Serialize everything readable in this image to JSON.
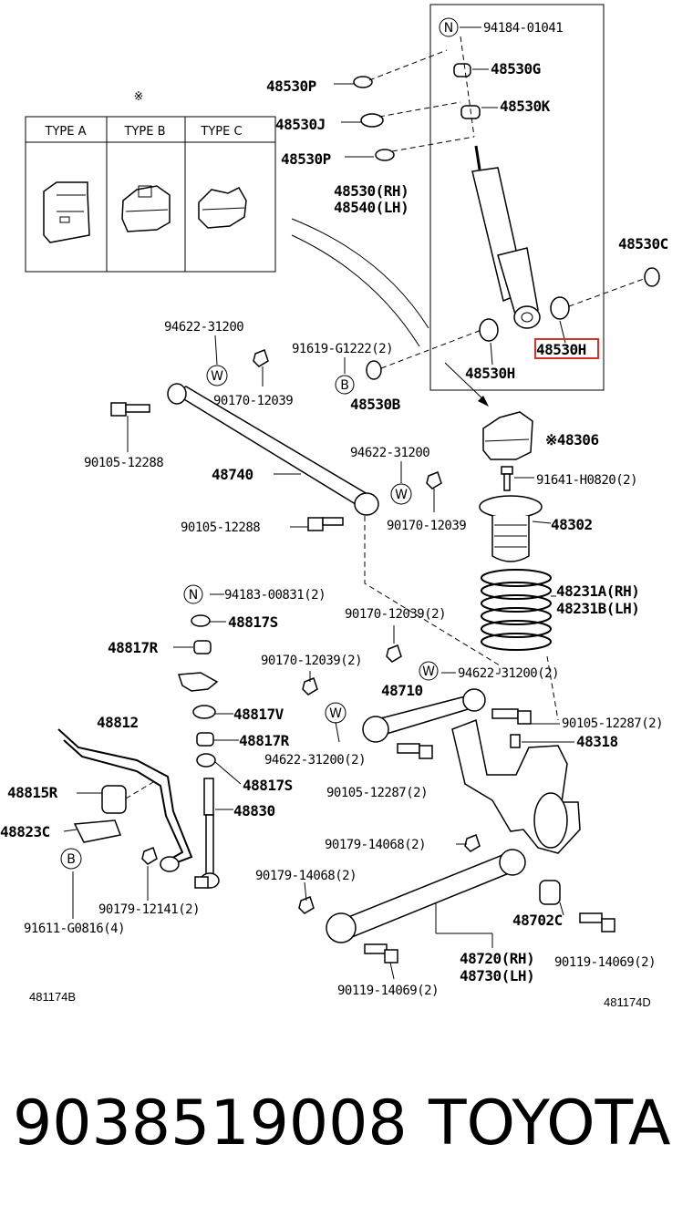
{
  "diagram": {
    "type_table": {
      "marker": "※",
      "headers": [
        "TYPE A",
        "TYPE B",
        "TYPE C"
      ]
    },
    "labels": {
      "n1": "94184-01041",
      "p48530g": "48530G",
      "p48530p_top": "48530P",
      "p48530k": "48530K",
      "p48530j": "48530J",
      "p48530p_mid": "48530P",
      "p48530_rh": "48530(RH)",
      "p48540_lh": "48540(LH)",
      "p48530c": "48530C",
      "p94622_a": "94622-31200",
      "p91619": "91619-G1222(2)",
      "p90170_a": "90170-12039",
      "p48530b": "48530B",
      "p48530h_a": "48530H",
      "p48530h_b": "48530H",
      "p90105_a": "90105-12288",
      "p48740": "48740",
      "p94622_b": "94622-31200",
      "p48306": "※48306",
      "p91641": "91641-H0820(2)",
      "p90105_b": "90105-12288",
      "p90170_b": "90170-12039",
      "p48302": "48302",
      "n2": "94183-00831(2)",
      "p48231a": "48231A(RH)",
      "p48231b": "48231B(LH)",
      "p48817s_a": "48817S",
      "p90170_c": "90170-12039(2)",
      "p48817r_a": "48817R",
      "p90170_d": "90170-12039(2)",
      "p48710": "48710",
      "p94622_c": "94622-31200(2)",
      "p48817v": "48817V",
      "p48812": "48812",
      "p90105_c": "90105-12287(2)",
      "p48817r_b": "48817R",
      "p48318": "48318",
      "p94622_d": "94622-31200(2)",
      "p48815r": "48815R",
      "p48817s_b": "48817S",
      "p90105_d": "90105-12287(2)",
      "p48830": "48830",
      "p48823c": "48823C",
      "p90179_a": "90179-14068(2)",
      "p90179_b": "90179-14068(2)",
      "p90179_c": "90179-12141(2)",
      "p91611": "91611-G0816(4)",
      "p48702c": "48702C",
      "p90119_a": "90119-14069(2)",
      "p48720": "48720(RH)",
      "p48730": "48730(LH)",
      "p90119_b": "90119-14069(2)",
      "code_left": "481174B",
      "code_right": "481174D"
    },
    "circle_letters": {
      "n": "N",
      "w": "W",
      "b": "B"
    }
  },
  "footer": {
    "part_number": "9038519008",
    "brand": "TOYOTA"
  },
  "colors": {
    "highlight": "#d0342c",
    "ink": "#000000"
  }
}
